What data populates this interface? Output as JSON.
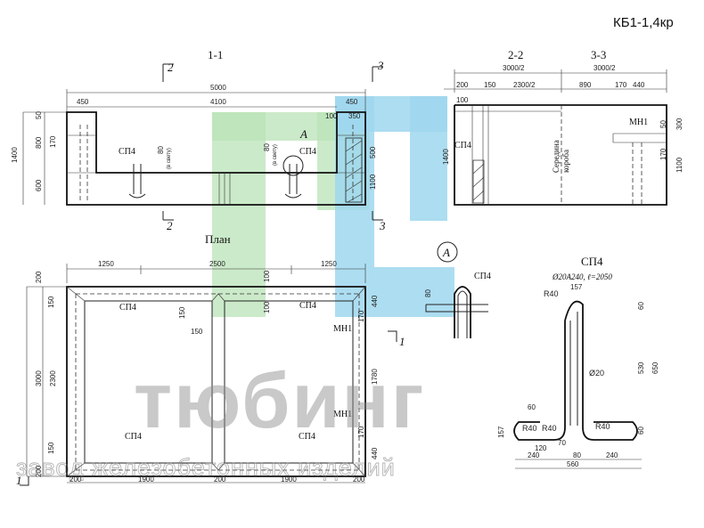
{
  "title": "КБ1-1,4кр",
  "section_11": "1-1",
  "section_22": "2-2",
  "section_33": "3-3",
  "plan_label": "План",
  "node_a": "А",
  "sp4": "СП4",
  "mn1": "МН1",
  "cut_2": "2",
  "cut_3": "3",
  "cut_1": "1",
  "middle_note_1": "Середина",
  "middle_note_2": "короба",
  "sp4_spec": "Ø20A240, ℓ=2050",
  "r40": "R40",
  "d20": "Ø20",
  "watermark_1": "тюбинг",
  "watermark_2": "завод железобетонных изделий",
  "colors": {
    "green": "#b9e3b7",
    "blue": "#9fd7ef"
  },
  "dims": {
    "s11_5000": "5000",
    "s11_450a": "450",
    "s11_4100": "4100",
    "s11_450b": "450",
    "s11_100": "100",
    "s11_350": "350",
    "s11_50": "50",
    "s11_800": "800",
    "s11_170": "170",
    "s11_1400": "1400",
    "s11_600": "600",
    "s11_80a": "80",
    "s11_ksvetu_a": "(в свету)",
    "s11_80b": "80",
    "s11_ksvetu_b": "(в свету)",
    "s11_500": "500",
    "s11_1100": "1100",
    "s22_3000": "3000/2",
    "s22_200": "200",
    "s22_150": "150",
    "s22_2300": "2300/2",
    "s22_100": "100",
    "s22_1400": "1400",
    "s33_3000": "3000/2",
    "s33_890": "890",
    "s33_170": "170",
    "s33_440": "440",
    "s33_50": "50",
    "s33_300": "300",
    "s33_170b": "170",
    "s33_1100": "1100",
    "p_1250a": "1250",
    "p_2500": "2500",
    "p_1250b": "1250",
    "p_200a": "200",
    "p_100a": "100",
    "p_100b": "100",
    "p_150a": "150",
    "p_150b": "150",
    "p_150c": "150",
    "p_440a": "440",
    "p_170a": "170",
    "p_3000": "3000",
    "p_2300": "2300",
    "p_1780": "1780",
    "p_170b": "170",
    "p_440b": "440",
    "p_150d": "150",
    "p_200b": "200",
    "p_200c": "200",
    "p_1900a": "1900",
    "p_200d": "200",
    "p_1900b": "1900",
    "p_200e": "200",
    "p_200f": "200",
    "p_80": "80",
    "sp_157a": "157",
    "sp_60a": "60",
    "sp_530": "530",
    "sp_650": "650",
    "sp_60b": "60",
    "sp_157b": "157",
    "sp_60c": "60",
    "sp_120": "120",
    "sp_70": "70",
    "sp_240a": "240",
    "sp_80": "80",
    "sp_560": "560",
    "sp_240b": "240",
    "sp_60d": "60",
    "sp_r40a": "R40",
    "sp_r40b": "R40",
    "sp_r40c": "R40",
    "sp_r40d": "R40"
  }
}
